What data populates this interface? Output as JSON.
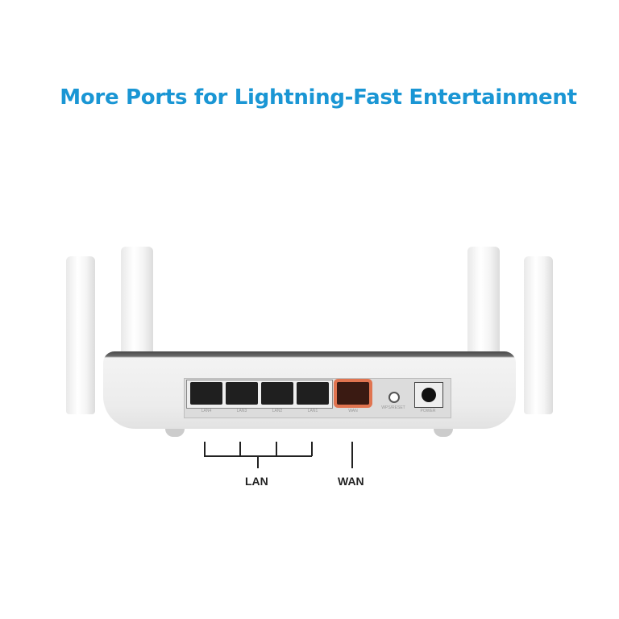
{
  "title": "More Ports for Lightning-Fast Entertainment",
  "router": {
    "ports": [
      "LAN4",
      "LAN3",
      "LAN2",
      "LAN1",
      "WAN"
    ],
    "reset_label": "WPS/RESET",
    "power_label": "POWER",
    "wan_color": "#e07450"
  },
  "callouts": {
    "lan": "LAN",
    "wan": "WAN"
  },
  "colors": {
    "title": "#1a96d4"
  }
}
